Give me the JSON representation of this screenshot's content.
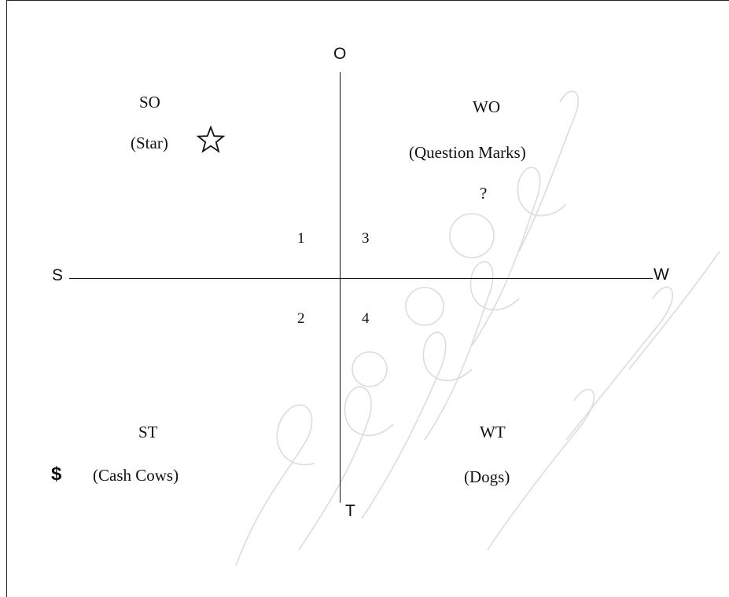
{
  "axes": {
    "top": "O",
    "bottom": "T",
    "left": "S",
    "right": "W"
  },
  "quadrant_numbers": [
    "1",
    "2",
    "3",
    "4"
  ],
  "quadrants": {
    "so": {
      "code": "SO",
      "name": "(Star)",
      "icon": "star-outline-icon"
    },
    "wo": {
      "code": "WO",
      "name": "(Question Marks)",
      "symbol": "?"
    },
    "st": {
      "code": "ST",
      "name": "(Cash Cows)",
      "symbol": "$"
    },
    "wt": {
      "code": "WT",
      "name": "(Dogs)"
    }
  },
  "colors": {
    "line": "#111111",
    "text": "#111111",
    "watermark": "#d9d9d9"
  }
}
